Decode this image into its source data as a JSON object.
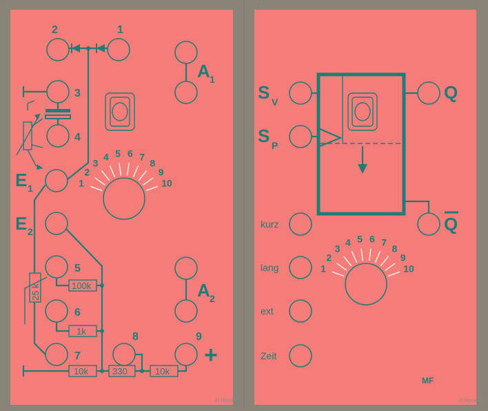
{
  "left_panel": {
    "jacks": {
      "j1": "1",
      "j2": "2",
      "j3": "3",
      "j4": "4",
      "j5": "5",
      "j6": "6",
      "j7": "7",
      "j8": "8",
      "j9": "9",
      "a1": "A",
      "a1_sub": "1",
      "a2": "A",
      "a2_sub": "2",
      "e1": "E",
      "e1_sub": "1",
      "e2": "E",
      "e2_sub": "2",
      "plus": "+"
    },
    "dial": [
      "1",
      "2",
      "3",
      "4",
      "5",
      "6",
      "7",
      "8",
      "9",
      "10"
    ],
    "resistors": {
      "r25k": "25 k",
      "r100k": "100k",
      "r1k": "1k",
      "r10k_left": "10k",
      "r330": "330",
      "r10k_right": "10k"
    },
    "credit": "H.Howey"
  },
  "right_panel": {
    "jacks": {
      "sv": "S",
      "sv_sub": "V",
      "sp": "S",
      "sp_sub": "P",
      "q": "Q",
      "qbar": "Q",
      "kurz": "kurz",
      "lang": "lang",
      "ext": "ext",
      "zeit": "Zeit"
    },
    "dial": [
      "1",
      "2",
      "3",
      "4",
      "5",
      "6",
      "7",
      "8",
      "9",
      "10"
    ],
    "module_label": "MF",
    "credit": "H.Howey"
  },
  "colors": {
    "panel": "#f47d7a",
    "frame": "#8a8478",
    "ink": "#1f7c78"
  }
}
